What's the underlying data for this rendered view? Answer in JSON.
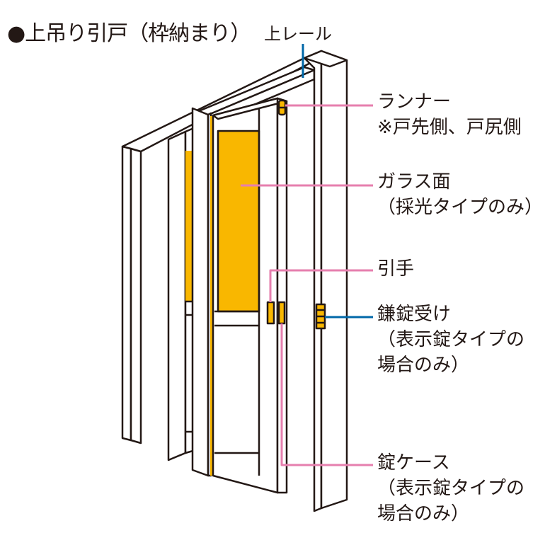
{
  "title": "●上吊り引戸（枠納まり）",
  "top_rail": "上レール",
  "callouts": {
    "runner": {
      "line1": "ランナー",
      "line2": "※戸先側、戸尻側"
    },
    "glass": {
      "line1": "ガラス面",
      "line2": "（採光タイプのみ）"
    },
    "handle": {
      "line1": "引手"
    },
    "strike": {
      "line1": "鎌錠受け",
      "line2": "（表示錠タイプの",
      "line3": "場合のみ）"
    },
    "lock_case": {
      "line1": "錠ケース",
      "line2": "（表示錠タイプの",
      "line3": "場合のみ）"
    }
  },
  "colors": {
    "outline": "#231815",
    "glass": "#f9b700",
    "leader_pink": "#e67fae",
    "leader_blue": "#0068a8"
  }
}
